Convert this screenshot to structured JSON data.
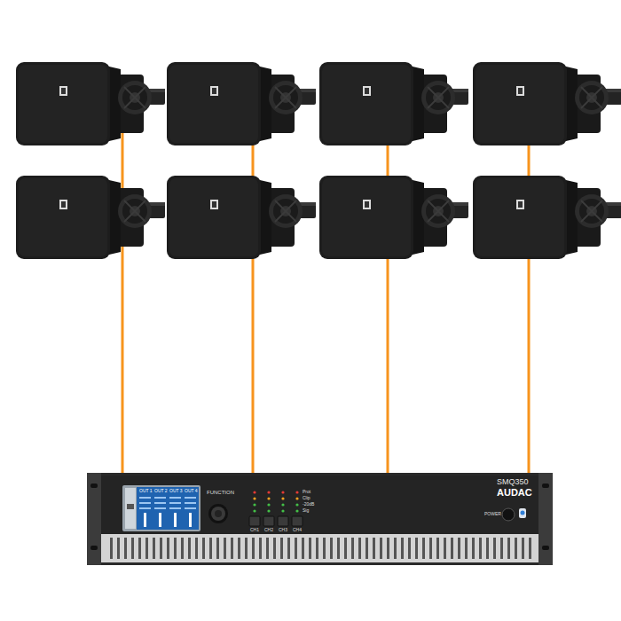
{
  "diagram": {
    "nodes": [
      {
        "text": [
          "SMQ350",
          "AUDAC"
        ]
      }
    ],
    "labels": [
      "OUT 1",
      "OUT 2",
      "OUT 3",
      "OUT 4",
      "FUNCTION",
      "Prot",
      "Clip",
      "-20dB",
      "Sig",
      "CH1",
      "CH2",
      "CH3",
      "CH4",
      "POWER"
    ]
  }
}
